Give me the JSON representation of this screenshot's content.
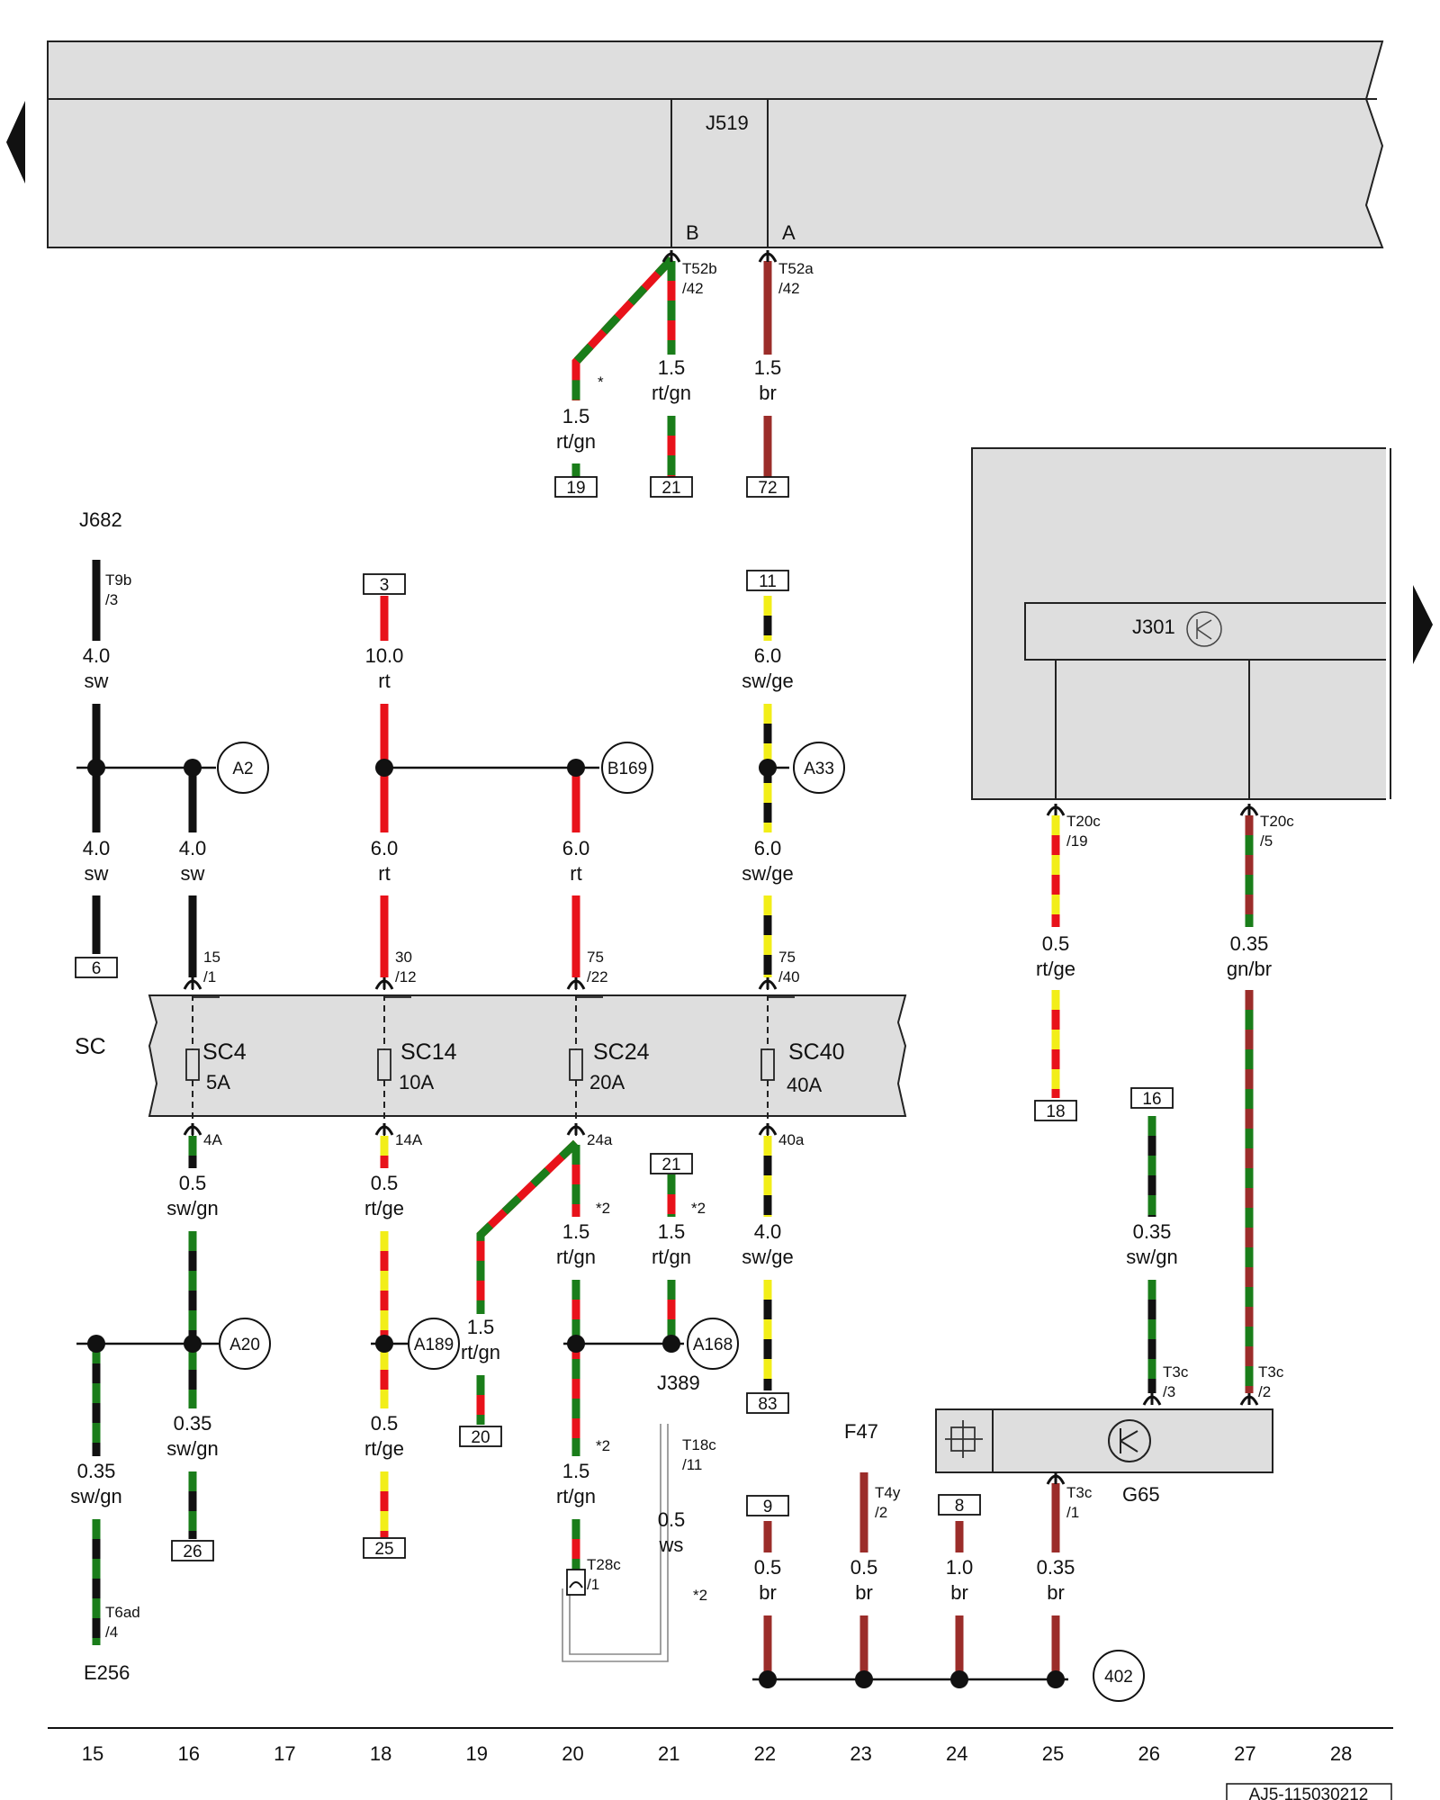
{
  "components": {
    "j519": {
      "name": "J519",
      "pin_b": "B",
      "pin_a": "A"
    },
    "j682": "J682",
    "j301": "J301",
    "sc": "SC",
    "e256": "E256",
    "j389": "J389",
    "f47": "F47",
    "g65": "G65"
  },
  "fuses": [
    {
      "name": "SC4",
      "rating": "5A"
    },
    {
      "name": "SC14",
      "rating": "10A"
    },
    {
      "name": "SC24",
      "rating": "20A"
    },
    {
      "name": "SC40",
      "rating": "40A"
    }
  ],
  "connectors": {
    "t52b": "T52b",
    "t52b_pin": "/42",
    "t52a": "T52a",
    "t52a_pin": "/42",
    "t9b": "T9b",
    "t9b_pin": "/3",
    "t20c_19": "T20c",
    "t20c_19_pin": "/19",
    "t20c_5": "T20c",
    "t20c_5_pin": "/5",
    "sc15": "15",
    "sc15_pin": "/1",
    "sc30": "30",
    "sc30_pin": "/12",
    "sc75a": "75",
    "sc75a_pin": "/22",
    "sc75b": "75",
    "sc75b_pin": "/40",
    "sc4a": "4A",
    "sc14a": "14A",
    "sc24a": "24a",
    "sc40a": "40a",
    "t3c_3": "T3c",
    "t3c_3_pin": "/3",
    "t3c_2": "T3c",
    "t3c_2_pin": "/2",
    "t3c_1": "T3c",
    "t3c_1_pin": "/1",
    "t18c": "T18c",
    "t18c_pin": "/11",
    "t28c": "T28c",
    "t28c_pin": "/1",
    "t4y": "T4y",
    "t4y_pin": "/2",
    "t6ad": "T6ad",
    "t6ad_pin": "/4"
  },
  "wires": {
    "w19": {
      "size": "1.5",
      "color": "rt/gn"
    },
    "w21t": {
      "size": "1.5",
      "color": "rt/gn"
    },
    "w72": {
      "size": "1.5",
      "color": "br"
    },
    "w15a": {
      "size": "4.0",
      "color": "sw"
    },
    "w15b": {
      "size": "4.0",
      "color": "sw"
    },
    "w16a": {
      "size": "4.0",
      "color": "sw"
    },
    "w18a": {
      "size": "10.0",
      "color": "rt"
    },
    "w18b": {
      "size": "6.0",
      "color": "rt"
    },
    "w20a": {
      "size": "6.0",
      "color": "rt"
    },
    "w22a": {
      "size": "6.0",
      "color": "sw/ge"
    },
    "w22b": {
      "size": "6.0",
      "color": "sw/ge"
    },
    "w26t": {
      "size": "0.5",
      "color": "rt/ge"
    },
    "w27t": {
      "size": "0.35",
      "color": "gn/br"
    },
    "w16b": {
      "size": "0.5",
      "color": "sw/gn"
    },
    "w18c": {
      "size": "0.5",
      "color": "rt/ge"
    },
    "w19b": {
      "size": "1.5",
      "color": "rt/gn"
    },
    "w20b": {
      "size": "1.5",
      "color": "rt/gn"
    },
    "w21b": {
      "size": "1.5",
      "color": "rt/gn"
    },
    "w22c": {
      "size": "4.0",
      "color": "sw/ge"
    },
    "w26b": {
      "size": "0.35",
      "color": "sw/gn"
    },
    "w15c": {
      "size": "0.35",
      "color": "sw/gn"
    },
    "w16c": {
      "size": "0.35",
      "color": "sw/gn"
    },
    "w18d": {
      "size": "0.5",
      "color": "rt/ge"
    },
    "w20c": {
      "size": "1.5",
      "color": "rt/gn"
    },
    "w21c": {
      "size": "0.5",
      "color": "ws"
    },
    "w22d": {
      "size": "0.5",
      "color": "br"
    },
    "w23": {
      "size": "0.5",
      "color": "br"
    },
    "w24": {
      "size": "1.0",
      "color": "br"
    },
    "w25": {
      "size": "0.35",
      "color": "br"
    }
  },
  "refs": {
    "r19": "19",
    "r21t": "21",
    "r72": "72",
    "r3": "3",
    "r11": "11",
    "r6": "6",
    "r18": "18",
    "r16": "16",
    "r21b": "21",
    "r83": "83",
    "r26": "26",
    "r25": "25",
    "r20": "20",
    "r9": "9",
    "r8": "8"
  },
  "ground_circles": {
    "a2": "A2",
    "b169": "B169",
    "a33": "A33",
    "a20": "A20",
    "a189": "A189",
    "a168": "A168",
    "g402": "402"
  },
  "notes": {
    "star": "*",
    "n2a": "*2",
    "n2b": "*2",
    "n2c": "*2",
    "n2d": "*2"
  },
  "column_numbers": [
    "15",
    "16",
    "17",
    "18",
    "19",
    "20",
    "21",
    "22",
    "23",
    "24",
    "25",
    "26",
    "27",
    "28"
  ],
  "doc_code": "AJ5-115030212",
  "wire_colors": {
    "sw": "#111111",
    "rt": "#e8121a",
    "gn": "#1a7d1a",
    "ge": "#f2ee18",
    "br": "#9b2d2a",
    "ws": "#ffffff"
  },
  "panel_fill": "#dedede"
}
